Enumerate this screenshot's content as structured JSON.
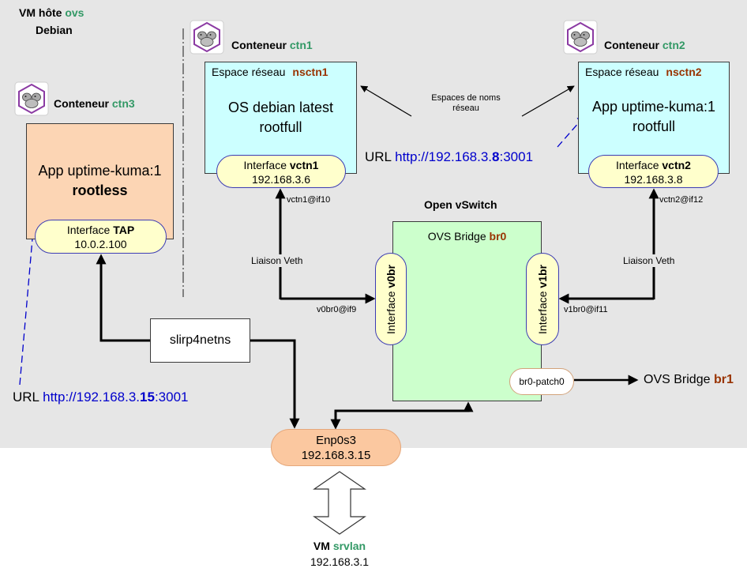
{
  "colors": {
    "name_green": "#339966",
    "name_brown": "#993300",
    "url_blue": "#0000cc",
    "netns_bg": "#ccffff",
    "rootless_bg": "#fcd5b4",
    "ovs_bg": "#ccffcc",
    "iface_bg": "#ffffcc",
    "nic_bg": "#fbc8a0",
    "host_bg": "#e6e6e6"
  },
  "icons": {
    "container": "podman-icon"
  },
  "host": {
    "prefix": "VM hôte",
    "name": "ovs",
    "os": "Debian"
  },
  "ctn3": {
    "title_prefix": "Conteneur",
    "title_name": "ctn3",
    "app": "App uptime-kuma:1",
    "mode": "rootless",
    "iface_prefix": "Interface",
    "iface_name": "TAP",
    "iface_ip": "10.0.2.100"
  },
  "ctn1": {
    "title_prefix": "Conteneur",
    "title_name": "ctn1",
    "netns_prefix": "Espace réseau",
    "netns_name": "nsctn1",
    "line1": "OS debian latest",
    "line2": "rootfull",
    "iface_prefix": "Interface",
    "iface_name": "vctn1",
    "iface_ip": "192.168.3.6",
    "veth_peer": "vctn1@if10"
  },
  "ctn2": {
    "title_prefix": "Conteneur",
    "title_name": "ctn2",
    "netns_prefix": "Espace réseau",
    "netns_name": "nsctn2",
    "line1": "App uptime-kuma:1",
    "line2": "rootfull",
    "iface_prefix": "Interface",
    "iface_name": "vctn2",
    "iface_ip": "192.168.3.8",
    "veth_peer": "vctn2@if12"
  },
  "netns_note": {
    "line1": "Espaces de noms",
    "line2": "réseau"
  },
  "url_ctn2": {
    "prefix": "URL",
    "base": "http://192.168.3.",
    "host": "8",
    "port": ":3001"
  },
  "url_ctn3": {
    "prefix": "URL",
    "base": "http://192.168.3.",
    "host": "15",
    "port": ":3001"
  },
  "ovs": {
    "title": "Open vSwitch",
    "bridge_prefix": "OVS Bridge",
    "bridge_name": "br0",
    "port_left_prefix": "Interface",
    "port_left_name": "v0br",
    "port_right_prefix": "Interface",
    "port_right_name": "v1br",
    "patch": "br0-patch0",
    "peer_bridge_prefix": "OVS Bridge",
    "peer_bridge_name": "br1"
  },
  "links": {
    "left_label": "Liaison Veth",
    "right_label": "Liaison Veth",
    "left_port": "v0br0@if9",
    "right_port": "v1br0@if11"
  },
  "slirp": {
    "label": "slirp4netns"
  },
  "nic": {
    "name": "Enp0s3",
    "ip": "192.168.3.15"
  },
  "remote_vm": {
    "prefix": "VM",
    "name": "srvlan",
    "ip": "192.168.3.1"
  }
}
